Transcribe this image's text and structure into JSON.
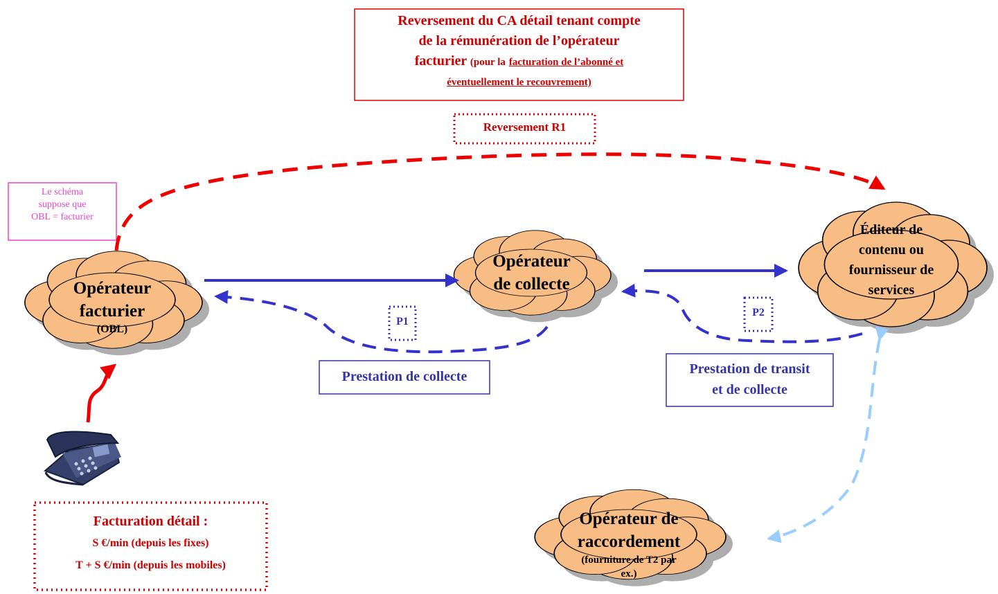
{
  "top_box": {
    "line1": "Reversement du CA détail tenant compte",
    "line2": "de la rémunération de l’opérateur",
    "line3_big": "facturier",
    "line3_small_pre": "(pour la",
    "line3_small_u": "facturation de l’abonné et",
    "line4_u": "éventuellement le recouvrement)"
  },
  "reversement_label": "Reversement R1",
  "note": {
    "line1": "Le schéma",
    "line2": "suppose que",
    "line3": "OBL = facturier"
  },
  "nodes": {
    "facturier": {
      "line1": "Opérateur",
      "line2": "facturier",
      "line3": "(OBL)"
    },
    "collecte": {
      "line1": "Opérateur",
      "line2": "de collecte"
    },
    "editeur": {
      "line1": "Éditeur de",
      "line2": "contenu ou",
      "line3": "fournisseur de",
      "line4": "services"
    },
    "raccordement": {
      "line1": "Opérateur de",
      "line2": "raccordement",
      "line3": "(fourniture de T2 par",
      "line4": "ex.)"
    }
  },
  "p1": "P1",
  "p2": "P2",
  "prestation_collecte": "Prestation de collecte",
  "prestation_transit": {
    "line1": "Prestation de transit",
    "line2": "et de collecte"
  },
  "facturation": {
    "title": "Facturation détail :",
    "line1": "S €/min (depuis les fixes)",
    "line2": "T + S €/min (depuis les mobiles)"
  },
  "icons": {
    "phone": "telephone-icon"
  },
  "colors": {
    "cloud_fill": "#f7bd84",
    "red": "#cc0000",
    "blue": "#3333bb",
    "light_blue": "#99ccff",
    "magenta": "#ee44cc"
  }
}
